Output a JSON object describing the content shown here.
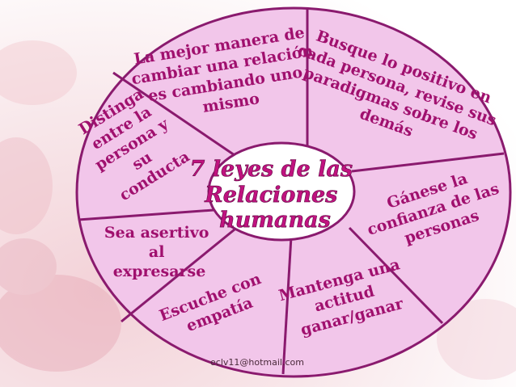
{
  "colors": {
    "wheel_fill": "#f2c6ea",
    "wheel_stroke": "#8a1a6e",
    "center_fill": "#ffffff",
    "text": "#a0106e",
    "background_flowers": "#f6e1e4"
  },
  "center": {
    "lines": [
      "7 leyes de las",
      "Relaciones",
      "humanas"
    ]
  },
  "segments": [
    {
      "id": "mejor-manera",
      "lines": [
        "La mejor manera de",
        "cambiar una relación",
        "es cambiando uno",
        "mismo"
      ]
    },
    {
      "id": "busque-positivo",
      "lines": [
        "Busque lo positivo en",
        "cada persona, revise sus",
        "paradigmas sobre los",
        "demás"
      ]
    },
    {
      "id": "ganese-confianza",
      "lines": [
        "Gánese la",
        "confianza de las",
        "personas"
      ]
    },
    {
      "id": "mantenga-actitud",
      "lines": [
        "Mantenga una",
        "actitud",
        "ganar/ganar"
      ]
    },
    {
      "id": "escuche-empatia",
      "lines": [
        "Escuche con",
        "empatía"
      ]
    },
    {
      "id": "sea-asertivo",
      "lines": [
        "Sea asertivo",
        "al",
        "expresarse"
      ]
    },
    {
      "id": "distinga-persona",
      "lines": [
        "Distinga",
        "entre la",
        "persona y",
        "su",
        "conducta"
      ]
    }
  ],
  "footer": {
    "email": "eclv11@hotmail.com"
  }
}
